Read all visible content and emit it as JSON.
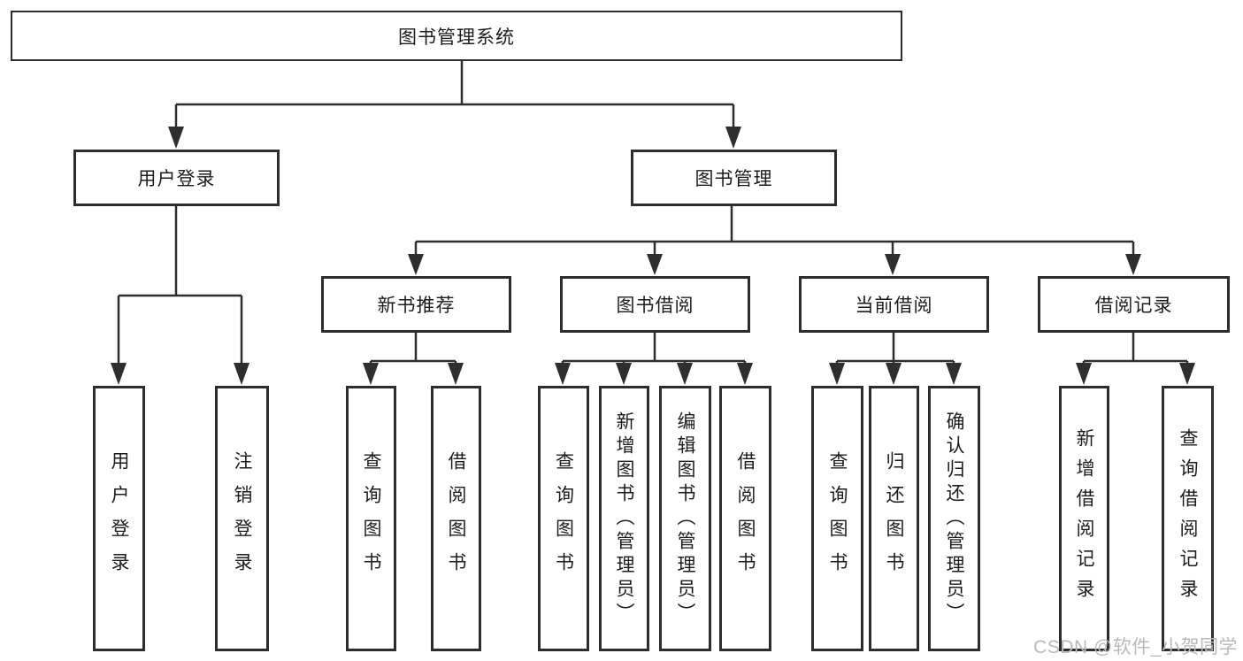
{
  "tree": {
    "root": "图书管理系统",
    "branches": [
      {
        "label": "用户登录",
        "children": [
          "用户登录",
          "注销登录"
        ]
      },
      {
        "label": "图书管理",
        "groups": [
          {
            "label": "新书推荐",
            "children": [
              "查询图书",
              "借阅图书"
            ]
          },
          {
            "label": "图书借阅",
            "children": [
              "查询图书",
              "新增图书（管理员）",
              "编辑图书（管理员）",
              "借阅图书"
            ]
          },
          {
            "label": "当前借阅",
            "children": [
              "查询图书",
              "归还图书",
              "确认归还（管理员）"
            ]
          },
          {
            "label": "借阅记录",
            "children": [
              "新增借阅记录",
              "查询借阅记录"
            ]
          }
        ]
      }
    ]
  },
  "watermark": "CSDN @软件_小贺同学",
  "colors": {
    "line": "#2e2e2e",
    "box_border": "#2d2d2d",
    "text": "#1c1c1c",
    "watermark": "#b9b9b9",
    "background": "#ffffff"
  }
}
